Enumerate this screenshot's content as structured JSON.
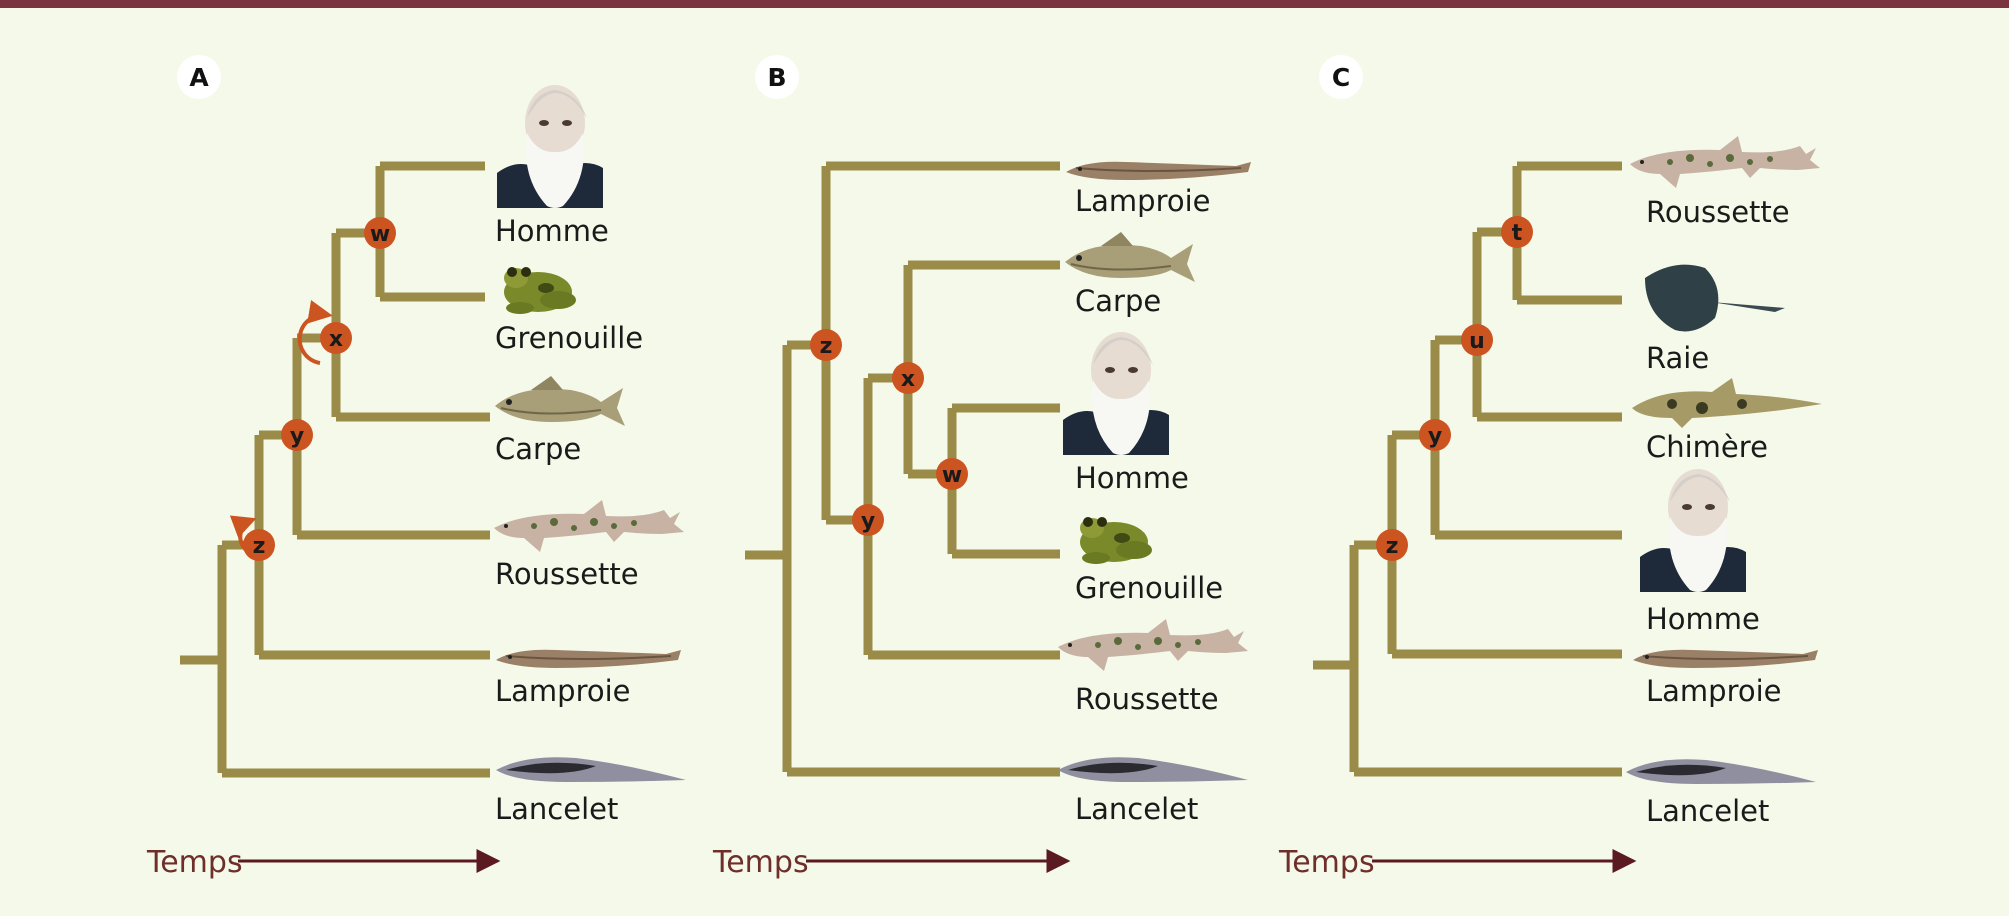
{
  "colors": {
    "background": "#f4f9e9",
    "top_bar": "#7a3540",
    "branch": "#9a8c48",
    "node": "#cc5420",
    "time_text": "#6e2f2a",
    "time_arrow": "#5a1a20"
  },
  "time_label": "Temps",
  "panels": [
    {
      "letter": "A",
      "taxa": [
        "Homme",
        "Grenouille",
        "Carpe",
        "Roussette",
        "Lamproie",
        "Lancelet"
      ],
      "nodes": [
        "w",
        "x",
        "y",
        "z"
      ],
      "rotation_marks_on": [
        "x",
        "z"
      ]
    },
    {
      "letter": "B",
      "taxa": [
        "Lamproie",
        "Carpe",
        "Homme",
        "Grenouille",
        "Roussette",
        "Lancelet"
      ],
      "nodes": [
        "z",
        "x",
        "w",
        "y"
      ],
      "rotation_marks_on": []
    },
    {
      "letter": "C",
      "taxa": [
        "Roussette",
        "Raie",
        "Chimère",
        "Homme",
        "Lamproie",
        "Lancelet"
      ],
      "nodes": [
        "t",
        "u",
        "y",
        "z"
      ],
      "rotation_marks_on": []
    }
  ]
}
